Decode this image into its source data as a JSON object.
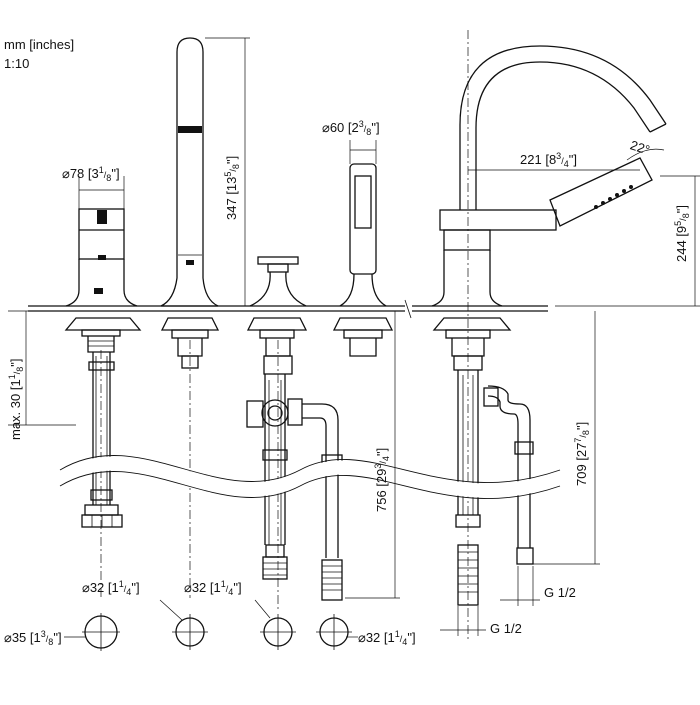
{
  "units": {
    "line1": "mm [inches]",
    "line2": "1:10"
  },
  "dims": {
    "d78": {
      "sym": "⌀",
      "mm": "78",
      "in_whole": "3",
      "in_num": "1",
      "in_den": "8",
      "q": "\""
    },
    "h347": {
      "mm": "347",
      "in_whole": "13",
      "in_num": "5",
      "in_den": "8",
      "q": "\""
    },
    "d60": {
      "sym": "⌀",
      "mm": "60",
      "in_whole": "2",
      "in_num": "3",
      "in_den": "8",
      "q": "\""
    },
    "r221": {
      "mm": "221",
      "in_whole": "8",
      "in_num": "3",
      "in_den": "4",
      "q": "\""
    },
    "a22": {
      "value": "22°"
    },
    "h244": {
      "mm": "244",
      "in_whole": "9",
      "in_num": "5",
      "in_den": "8",
      "q": "\""
    },
    "max30": {
      "prefix": "max. 30",
      "in_whole": "1",
      "in_num": "1",
      "in_den": "8",
      "q": "\""
    },
    "h756": {
      "mm": "756",
      "in_whole": "29",
      "in_num": "3",
      "in_den": "4",
      "q": "\""
    },
    "h709": {
      "mm": "709",
      "in_whole": "27",
      "in_num": "7",
      "in_den": "8",
      "q": "\""
    },
    "g1": {
      "label": "G 1/2"
    },
    "g2": {
      "label": "G 1/2"
    },
    "hole1": {
      "sym": "⌀",
      "mm": "32",
      "in_whole": "1",
      "in_num": "1",
      "in_den": "4",
      "q": "\""
    },
    "hole2": {
      "sym": "⌀",
      "mm": "32",
      "in_whole": "1",
      "in_num": "1",
      "in_den": "4",
      "q": "\""
    },
    "hole3": {
      "sym": "⌀",
      "mm": "32",
      "in_whole": "1",
      "in_num": "1",
      "in_den": "4",
      "q": "\""
    },
    "d35": {
      "sym": "⌀",
      "mm": "35",
      "in_whole": "1",
      "in_num": "3",
      "in_den": "8",
      "q": "\""
    }
  }
}
